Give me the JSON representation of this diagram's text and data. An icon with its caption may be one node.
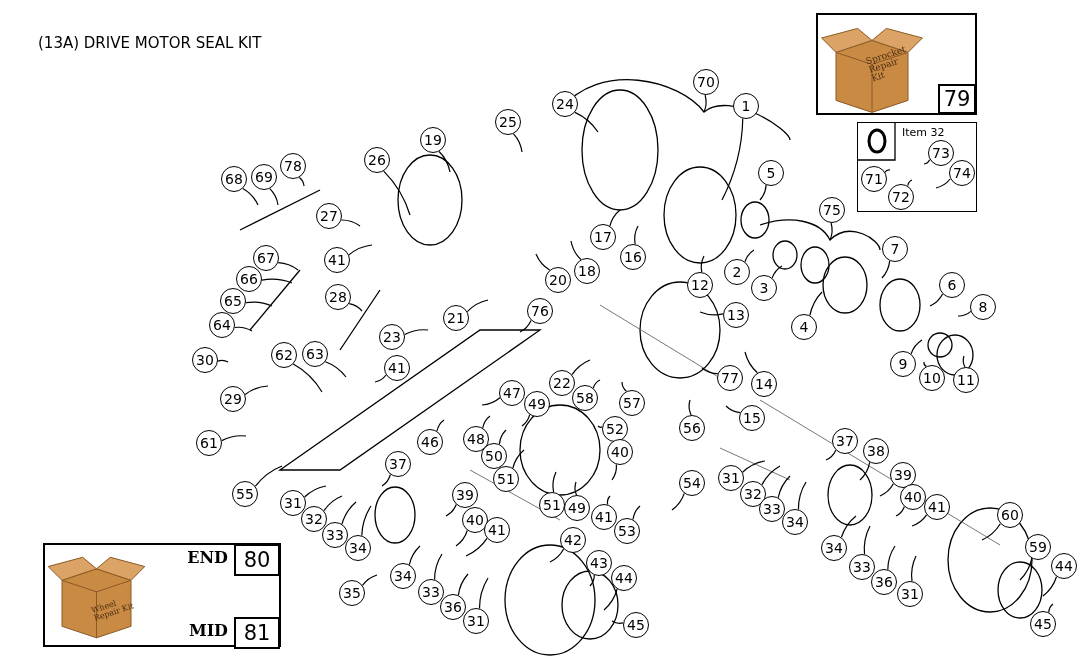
{
  "diagram": {
    "title": "(13A) DRIVE MOTOR SEAL KIT",
    "nodes": [
      {
        "text": [
          "1"
        ]
      },
      {
        "text": [
          "70"
        ]
      },
      {
        "text": [
          "24"
        ]
      },
      {
        "text": [
          "19"
        ]
      },
      {
        "text": [
          "25"
        ]
      },
      {
        "text": [
          "26"
        ]
      },
      {
        "text": [
          "68"
        ]
      },
      {
        "text": [
          "69"
        ]
      },
      {
        "text": [
          "78"
        ]
      },
      {
        "text": [
          "27"
        ]
      },
      {
        "text": [
          "41"
        ]
      },
      {
        "text": [
          "67"
        ]
      },
      {
        "text": [
          "66"
        ]
      },
      {
        "text": [
          "65"
        ]
      },
      {
        "text": [
          "64"
        ]
      },
      {
        "text": [
          "28"
        ]
      },
      {
        "text": [
          "23"
        ]
      },
      {
        "text": [
          "21"
        ]
      },
      {
        "text": [
          "20"
        ]
      },
      {
        "text": [
          "76"
        ]
      },
      {
        "text": [
          "18"
        ]
      },
      {
        "text": [
          "17"
        ]
      },
      {
        "text": [
          "16"
        ]
      },
      {
        "text": [
          "12"
        ]
      },
      {
        "text": [
          "2"
        ]
      },
      {
        "text": [
          "3"
        ]
      },
      {
        "text": [
          "4"
        ]
      },
      {
        "text": [
          "5"
        ]
      },
      {
        "text": [
          "75"
        ]
      },
      {
        "text": [
          "7"
        ]
      },
      {
        "text": [
          "6"
        ]
      },
      {
        "text": [
          "8"
        ]
      },
      {
        "text": [
          "9"
        ]
      },
      {
        "text": [
          "10"
        ]
      },
      {
        "text": [
          "11"
        ]
      },
      {
        "text": [
          "13"
        ]
      },
      {
        "text": [
          "14"
        ]
      },
      {
        "text": [
          "15"
        ]
      },
      {
        "text": [
          "77"
        ]
      },
      {
        "text": [
          "22"
        ]
      },
      {
        "text": [
          "58"
        ]
      },
      {
        "text": [
          "57"
        ]
      },
      {
        "text": [
          "56"
        ]
      },
      {
        "text": [
          "30"
        ]
      },
      {
        "text": [
          "62"
        ]
      },
      {
        "text": [
          "63"
        ]
      },
      {
        "text": [
          "29"
        ]
      },
      {
        "text": [
          "61"
        ]
      },
      {
        "text": [
          "55"
        ]
      },
      {
        "text": [
          "41"
        ]
      },
      {
        "text": [
          "47"
        ]
      },
      {
        "text": [
          "49"
        ]
      },
      {
        "text": [
          "48"
        ]
      },
      {
        "text": [
          "50"
        ]
      },
      {
        "text": [
          "51"
        ]
      },
      {
        "text": [
          "52"
        ]
      },
      {
        "text": [
          "40"
        ]
      },
      {
        "text": [
          "51"
        ]
      },
      {
        "text": [
          "49"
        ]
      },
      {
        "text": [
          "41"
        ]
      },
      {
        "text": [
          "53"
        ]
      },
      {
        "text": [
          "54"
        ]
      },
      {
        "text": [
          "37"
        ]
      },
      {
        "text": [
          "46"
        ]
      },
      {
        "text": [
          "31"
        ]
      },
      {
        "text": [
          "32"
        ]
      },
      {
        "text": [
          "33"
        ]
      },
      {
        "text": [
          "34"
        ]
      },
      {
        "text": [
          "35"
        ]
      },
      {
        "text": [
          "39"
        ]
      },
      {
        "text": [
          "40"
        ]
      },
      {
        "text": [
          "41"
        ]
      },
      {
        "text": [
          "34"
        ]
      },
      {
        "text": [
          "33"
        ]
      },
      {
        "text": [
          "36"
        ]
      },
      {
        "text": [
          "31"
        ]
      },
      {
        "text": [
          "42"
        ]
      },
      {
        "text": [
          "43"
        ]
      },
      {
        "text": [
          "44"
        ]
      },
      {
        "text": [
          "45"
        ]
      },
      {
        "text": [
          "31"
        ]
      },
      {
        "text": [
          "32"
        ]
      },
      {
        "text": [
          "33"
        ]
      },
      {
        "text": [
          "34"
        ]
      },
      {
        "text": [
          "37"
        ]
      },
      {
        "text": [
          "38"
        ]
      },
      {
        "text": [
          "39"
        ]
      },
      {
        "text": [
          "40"
        ]
      },
      {
        "text": [
          "41"
        ]
      },
      {
        "text": [
          "34"
        ]
      },
      {
        "text": [
          "33"
        ]
      },
      {
        "text": [
          "36"
        ]
      },
      {
        "text": [
          "31"
        ]
      },
      {
        "text": [
          "60"
        ]
      },
      {
        "text": [
          "59"
        ]
      },
      {
        "text": [
          "44"
        ]
      },
      {
        "text": [
          "45"
        ]
      },
      {
        "text": [
          "Item 32"
        ]
      },
      {
        "text": [
          "71"
        ],
        "in": 97
      },
      {
        "text": [
          "72"
        ],
        "in": 97
      },
      {
        "text": [
          "73"
        ],
        "in": 97
      },
      {
        "text": [
          "74"
        ],
        "in": 97
      },
      {
        "text": [
          "79"
        ]
      },
      {
        "text": [
          "80"
        ],
        "beside": [
          "END"
        ]
      },
      {
        "text": [
          "81"
        ],
        "beside": [
          "MID"
        ]
      }
    ],
    "edges": [
      {
        "from": 0,
        "to": null,
        "arrow": "none"
      },
      {
        "from": 1,
        "to": null,
        "arrow": "none"
      },
      {
        "from": 2,
        "to": null,
        "arrow": "none"
      },
      {
        "from": 3,
        "to": null,
        "arrow": "none"
      },
      {
        "from": 4,
        "to": null,
        "arrow": "none"
      },
      {
        "from": 5,
        "to": null,
        "arrow": "none"
      },
      {
        "from": 6,
        "to": null,
        "arrow": "none"
      },
      {
        "from": 7,
        "to": null,
        "arrow": "none"
      },
      {
        "from": 8,
        "to": null,
        "arrow": "none"
      },
      {
        "from": 9,
        "to": null,
        "arrow": "none"
      },
      {
        "from": 10,
        "to": null,
        "arrow": "none"
      },
      {
        "from": 11,
        "to": null,
        "arrow": "none"
      },
      {
        "from": 12,
        "to": null,
        "arrow": "none"
      },
      {
        "from": 13,
        "to": null,
        "arrow": "none"
      },
      {
        "from": 14,
        "to": null,
        "arrow": "none"
      },
      {
        "from": 15,
        "to": null,
        "arrow": "none"
      },
      {
        "from": 16,
        "to": null,
        "arrow": "none"
      },
      {
        "from": 17,
        "to": null,
        "arrow": "none"
      },
      {
        "from": 18,
        "to": null,
        "arrow": "none"
      },
      {
        "from": 19,
        "to": null,
        "arrow": "none"
      },
      {
        "from": 20,
        "to": null,
        "arrow": "none"
      },
      {
        "from": 21,
        "to": null,
        "arrow": "none"
      },
      {
        "from": 22,
        "to": null,
        "arrow": "none"
      },
      {
        "from": 23,
        "to": null,
        "arrow": "none"
      },
      {
        "from": 24,
        "to": null,
        "arrow": "none"
      },
      {
        "from": 25,
        "to": null,
        "arrow": "none"
      },
      {
        "from": 26,
        "to": null,
        "arrow": "none"
      },
      {
        "from": 27,
        "to": null,
        "arrow": "none"
      },
      {
        "from": 28,
        "to": null,
        "arrow": "none"
      },
      {
        "from": 29,
        "to": null,
        "arrow": "none"
      },
      {
        "from": 30,
        "to": null,
        "arrow": "none"
      },
      {
        "from": 31,
        "to": null,
        "arrow": "none"
      },
      {
        "from": 32,
        "to": null,
        "arrow": "none"
      },
      {
        "from": 33,
        "to": null,
        "arrow": "none"
      },
      {
        "from": 34,
        "to": null,
        "arrow": "none"
      },
      {
        "from": 35,
        "to": null,
        "arrow": "none"
      },
      {
        "from": 36,
        "to": null,
        "arrow": "none"
      },
      {
        "from": 37,
        "to": null,
        "arrow": "none"
      },
      {
        "from": 38,
        "to": null,
        "arrow": "none"
      },
      {
        "from": 39,
        "to": null,
        "arrow": "none"
      },
      {
        "from": 40,
        "to": null,
        "arrow": "none"
      },
      {
        "from": 41,
        "to": null,
        "arrow": "none"
      },
      {
        "from": 42,
        "to": null,
        "arrow": "none"
      },
      {
        "from": 43,
        "to": null,
        "arrow": "none"
      },
      {
        "from": 44,
        "to": null,
        "arrow": "none"
      },
      {
        "from": 45,
        "to": null,
        "arrow": "none"
      },
      {
        "from": 46,
        "to": null,
        "arrow": "none"
      },
      {
        "from": 47,
        "to": null,
        "arrow": "none"
      },
      {
        "from": 48,
        "to": null,
        "arrow": "none"
      },
      {
        "from": 49,
        "to": null,
        "arrow": "none"
      },
      {
        "from": 50,
        "to": null,
        "arrow": "none"
      },
      {
        "from": 51,
        "to": null,
        "arrow": "none"
      },
      {
        "from": 52,
        "to": null,
        "arrow": "none"
      },
      {
        "from": 53,
        "to": null,
        "arrow": "none"
      },
      {
        "from": 54,
        "to": null,
        "arrow": "none"
      },
      {
        "from": 55,
        "to": null,
        "arrow": "none"
      },
      {
        "from": 56,
        "to": null,
        "arrow": "none"
      },
      {
        "from": 57,
        "to": null,
        "arrow": "none"
      },
      {
        "from": 58,
        "to": null,
        "arrow": "none"
      },
      {
        "from": 59,
        "to": null,
        "arrow": "none"
      },
      {
        "from": 60,
        "to": null,
        "arrow": "none"
      },
      {
        "from": 61,
        "to": null,
        "arrow": "none"
      },
      {
        "from": 62,
        "to": null,
        "arrow": "none"
      },
      {
        "from": 63,
        "to": null,
        "arrow": "none"
      },
      {
        "from": 64,
        "to": null,
        "arrow": "none"
      },
      {
        "from": 65,
        "to": null,
        "arrow": "none"
      },
      {
        "from": 66,
        "to": null,
        "arrow": "none"
      },
      {
        "from": 67,
        "to": null,
        "arrow": "none"
      },
      {
        "from": 68,
        "to": null,
        "arrow": "none"
      },
      {
        "from": 69,
        "to": null,
        "arrow": "none"
      },
      {
        "from": 70,
        "to": null,
        "arrow": "none"
      },
      {
        "from": 71,
        "to": null,
        "arrow": "none"
      },
      {
        "from": 72,
        "to": null,
        "arrow": "none"
      },
      {
        "from": 73,
        "to": null,
        "arrow": "none"
      },
      {
        "from": 74,
        "to": null,
        "arrow": "none"
      },
      {
        "from": 75,
        "to": null,
        "arrow": "none"
      },
      {
        "from": 76,
        "to": null,
        "arrow": "none"
      },
      {
        "from": 77,
        "to": null,
        "arrow": "none"
      },
      {
        "from": 78,
        "to": null,
        "arrow": "none"
      },
      {
        "from": 79,
        "to": null,
        "arrow": "none"
      },
      {
        "from": 80,
        "to": null,
        "arrow": "none"
      },
      {
        "from": 81,
        "to": null,
        "arrow": "none"
      },
      {
        "from": 82,
        "to": null,
        "arrow": "none"
      },
      {
        "from": 83,
        "to": null,
        "arrow": "none"
      },
      {
        "from": 84,
        "to": null,
        "arrow": "none"
      },
      {
        "from": 85,
        "to": null,
        "arrow": "none"
      },
      {
        "from": 86,
        "to": null,
        "arrow": "none"
      },
      {
        "from": 87,
        "to": null,
        "arrow": "none"
      },
      {
        "from": 88,
        "to": null,
        "arrow": "none"
      },
      {
        "from": 89,
        "to": null,
        "arrow": "none"
      },
      {
        "from": 90,
        "to": null,
        "arrow": "none"
      },
      {
        "from": 91,
        "to": null,
        "arrow": "none"
      },
      {
        "from": 92,
        "to": null,
        "arrow": "none"
      },
      {
        "from": 93,
        "to": null,
        "arrow": "none"
      },
      {
        "from": 94,
        "to": null,
        "arrow": "none"
      },
      {
        "from": 95,
        "to": null,
        "arrow": "none"
      },
      {
        "from": 96,
        "to": null,
        "arrow": "none"
      },
      {
        "from": 98,
        "to": null,
        "arrow": "none"
      },
      {
        "from": 99,
        "to": null,
        "arrow": "none"
      },
      {
        "from": 100,
        "to": null,
        "arrow": "none"
      },
      {
        "from": 101,
        "to": null,
        "arrow": "none"
      }
    ],
    "labels": [
      "Sprocket Repair Kit",
      "Wheel Repair Kit"
    ]
  }
}
